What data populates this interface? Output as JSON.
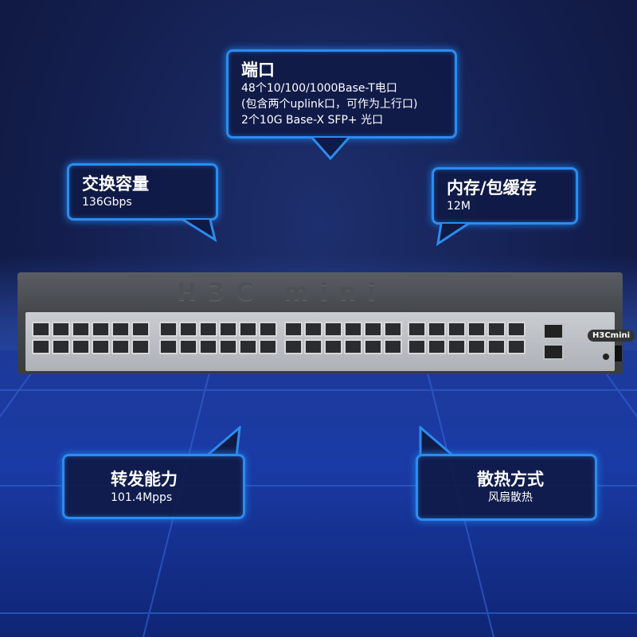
{
  "callouts": [
    {
      "title": "端口",
      "lines": [
        "48个10/100/1000Base-T电口",
        "(包含两个uplink口，可作为上行口)",
        "2个10G Base-X SFP+ 光口"
      ]
    },
    {
      "title": "交换容量",
      "lines": [
        "136Gbps"
      ]
    },
    {
      "title": "内存/包缓存",
      "lines": [
        "12M"
      ]
    },
    {
      "title": "转发能力",
      "lines": [
        "101.4Mpps"
      ]
    },
    {
      "title": "散热方式",
      "lines": [
        "风扇散热"
      ]
    }
  ],
  "device": {
    "logo": "H3C mini",
    "brand_badge": "H3Cmini",
    "ports_rj45": 48,
    "ports_sfp": 2
  },
  "colors": {
    "accent": "#2b8cf0",
    "background": "#141f4f",
    "floor": "#1a3aa5"
  }
}
